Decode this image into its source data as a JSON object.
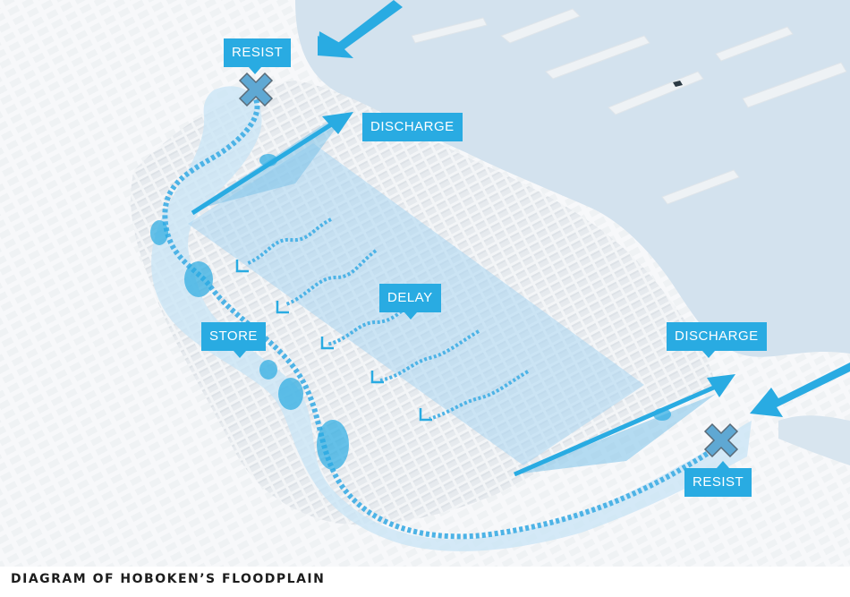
{
  "labels": {
    "resist_top": "RESIST",
    "discharge_top": "DISCHARGE",
    "delay": "DELAY",
    "store": "STORE",
    "discharge_bottom": "DISCHARGE",
    "resist_bottom": "RESIST"
  },
  "caption": "DIAGRAM OF HOBOKEN’S FLOODPLAIN",
  "colors": {
    "label_bg": "#29abe2",
    "water": "#d4e3ef",
    "zone_fill": "#aed8f2",
    "accent": "#29abe2",
    "marker": "#5fa8d3"
  }
}
